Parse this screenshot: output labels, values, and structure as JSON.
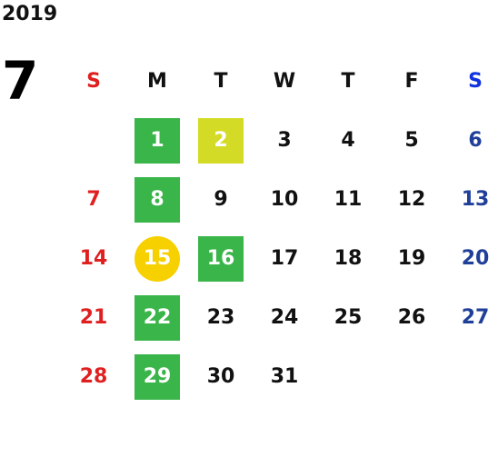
{
  "year": "2019",
  "month": "7",
  "weekdays": [
    "S",
    "M",
    "T",
    "W",
    "T",
    "F",
    "S"
  ],
  "colors": {
    "sunday": "#e02020",
    "saturday": "#1f3f99",
    "highlight_green": "#3ab54a",
    "highlight_lime": "#d4db26",
    "highlight_today": "#f7d000"
  },
  "weeks": [
    [
      "",
      "1",
      "2",
      "3",
      "4",
      "5",
      "6"
    ],
    [
      "7",
      "8",
      "9",
      "10",
      "11",
      "12",
      "13"
    ],
    [
      "14",
      "15",
      "16",
      "17",
      "18",
      "19",
      "20"
    ],
    [
      "21",
      "22",
      "23",
      "24",
      "25",
      "26",
      "27"
    ],
    [
      "28",
      "29",
      "30",
      "31",
      "",
      "",
      ""
    ]
  ],
  "highlights": {
    "1": "green",
    "2": "lime",
    "8": "green",
    "15": "circle",
    "16": "green",
    "22": "green",
    "29": "green"
  }
}
